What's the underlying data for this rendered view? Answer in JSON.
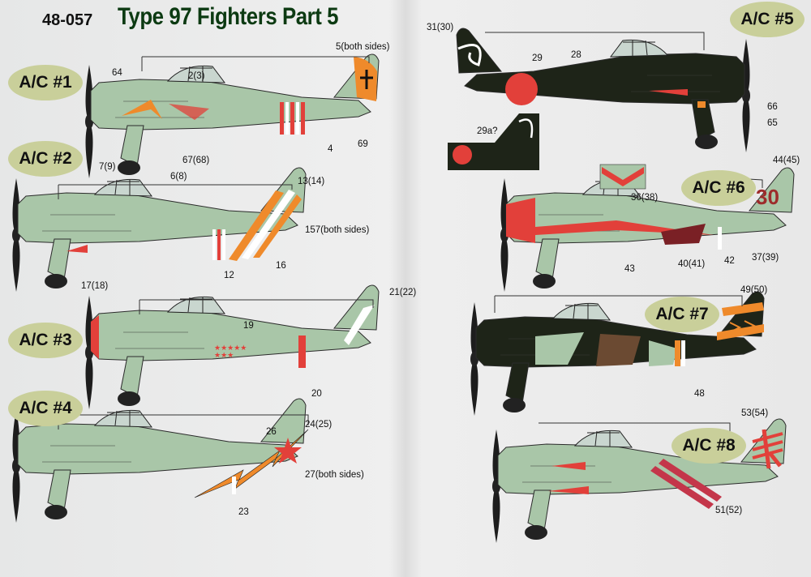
{
  "sheet": {
    "code": "48-057",
    "title": "Type 97 Fighters Part 5"
  },
  "colors": {
    "camo_green": "#a9c6a8",
    "dark_green": "#1e2418",
    "brown": "#6b4a32",
    "hinomaru_red": "#e2403a",
    "tail_orange": "#ef8a2b",
    "badge_olive": "#c9cf9a",
    "title_green": "#0c3a12"
  },
  "aircraft": [
    {
      "label": "A/C #1",
      "callouts": [
        "64",
        "2(3)",
        "5(both sides)",
        "67(68)",
        "4",
        "69",
        "7(9)",
        "6(8)"
      ]
    },
    {
      "label": "A/C #2",
      "callouts": [
        "13(14)",
        "157(both sides)",
        "16",
        "12",
        "17(18)"
      ]
    },
    {
      "label": "A/C #3",
      "callouts": [
        "21(22)",
        "19",
        "20"
      ]
    },
    {
      "label": "A/C #4",
      "callouts": [
        "26",
        "24(25)",
        "27(both sides)",
        "23"
      ]
    },
    {
      "label": "A/C #5",
      "callouts": [
        "31(30)",
        "29",
        "28",
        "66",
        "65",
        "29a?"
      ]
    },
    {
      "label": "A/C #6",
      "callouts": [
        "44(45)",
        "36(38)",
        "43",
        "40(41)",
        "42",
        "37(39)"
      ],
      "fuselage_code": "30"
    },
    {
      "label": "A/C #7",
      "callouts": [
        "49(50)",
        "48"
      ]
    },
    {
      "label": "A/C #8",
      "callouts": [
        "53(54)",
        "51(52)"
      ]
    }
  ]
}
